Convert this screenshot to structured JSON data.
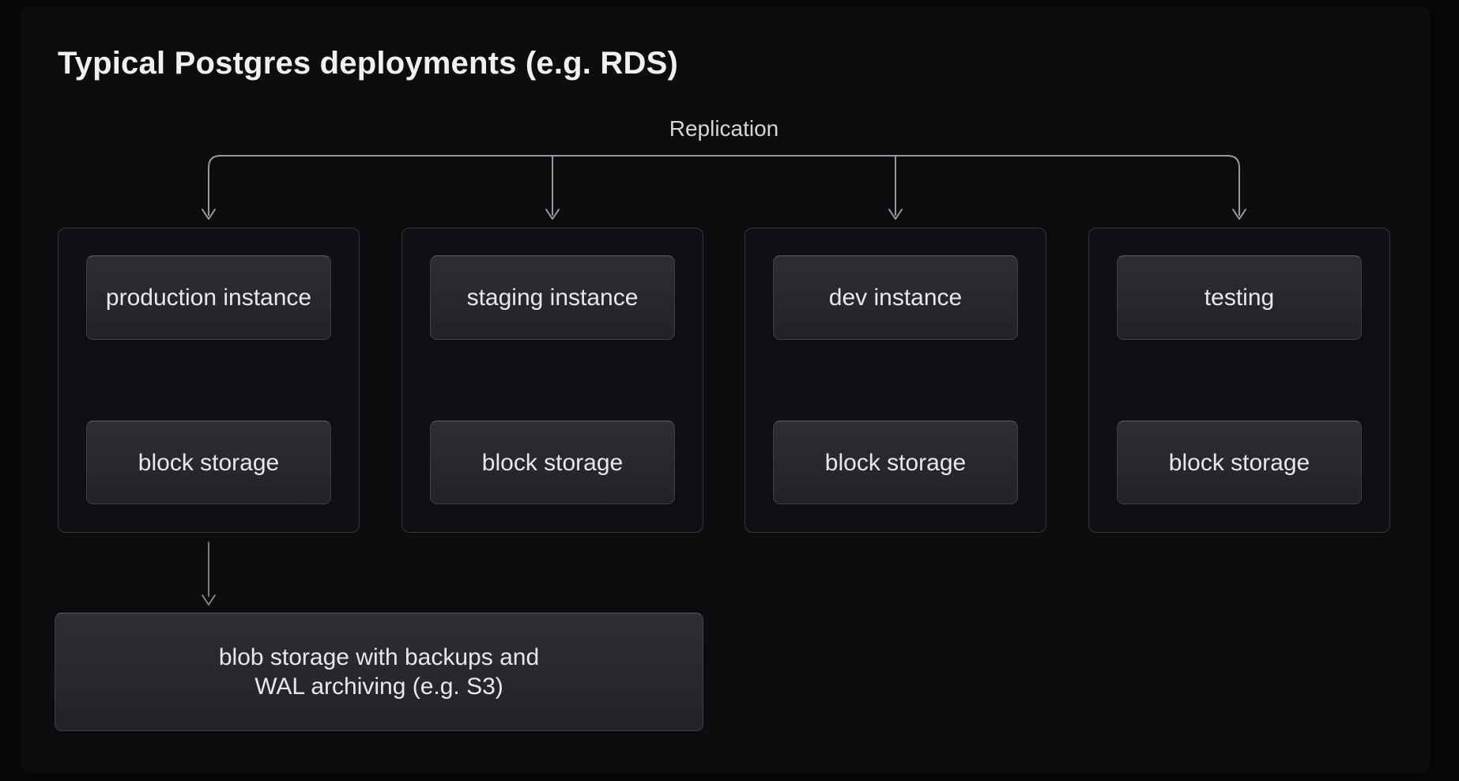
{
  "page": {
    "title": "Typical Postgres deployments (e.g. RDS)",
    "replication_label": "Replication"
  },
  "groups": [
    {
      "instance_label": "production instance",
      "storage_label": "block storage"
    },
    {
      "instance_label": "staging instance",
      "storage_label": "block storage"
    },
    {
      "instance_label": "dev instance",
      "storage_label": "block storage"
    },
    {
      "instance_label": "testing",
      "storage_label": "block storage"
    }
  ],
  "blob_box": {
    "line1": "blob storage with backups and",
    "line2": "WAL archiving (e.g. S3)"
  },
  "icons": {
    "replication_fanout": "down-arrows-from-horizontal-bus",
    "instance_storage_link": "double-headed-vertical-arrow",
    "backup_flow": "single-down-arrow"
  },
  "colors": {
    "frame_bg": "#060607",
    "panel_bg": "#0d0d0f",
    "group_fill": "#0f1013",
    "group_border": "#34363b",
    "node_fill_top": "#2c2e33",
    "node_fill_mid": "#26282c",
    "node_fill_bottom": "#212327",
    "node_border": "#3e4046",
    "node_border_top": "#585a60",
    "node_text": "#e7e8ea",
    "title_text": "#f0f0f2",
    "label_text": "#d5d6d8",
    "line": "#98999e"
  }
}
